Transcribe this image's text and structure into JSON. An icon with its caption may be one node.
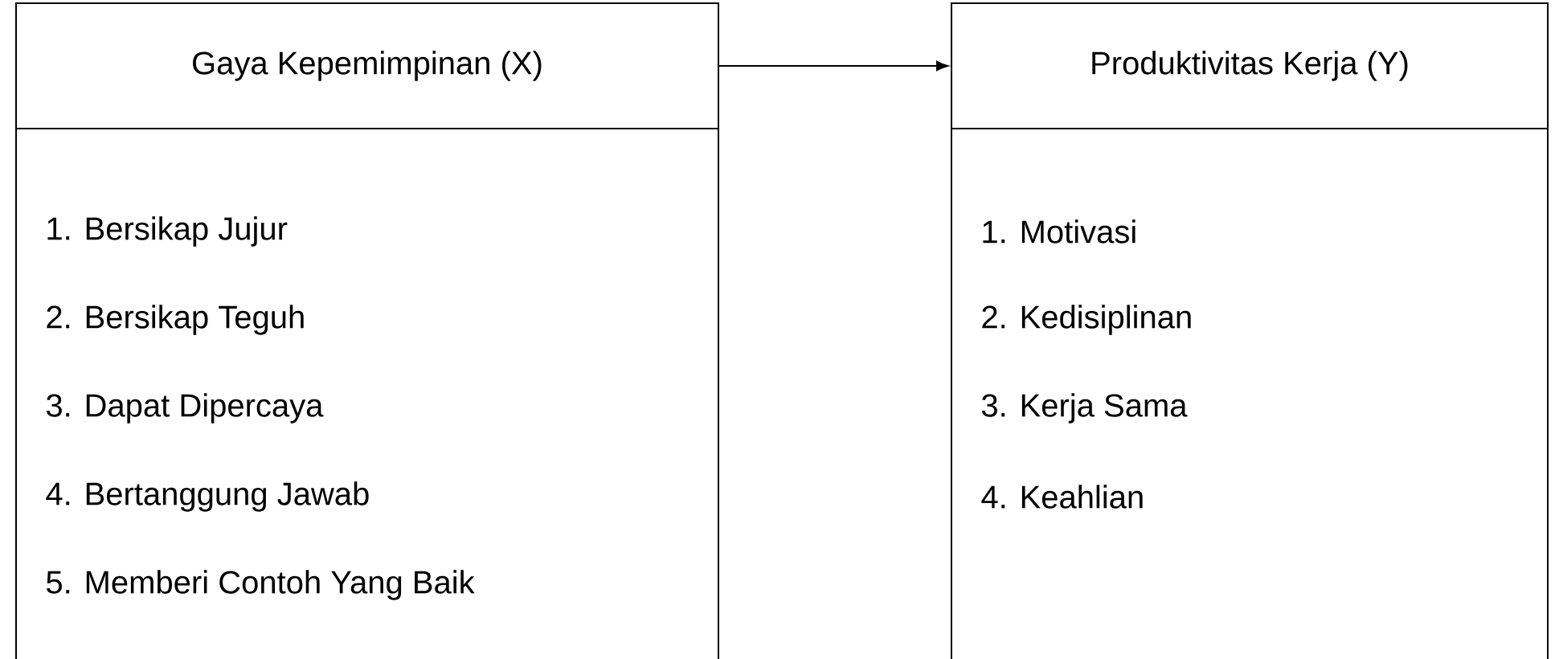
{
  "diagram": {
    "nodes": [
      {
        "text": [
          "Gaya Kepemimpinan (X)"
        ]
      },
      {
        "text": [
          "1. Bersikap Jujur",
          "2. Bersikap Teguh",
          "3. Dapat Dipercaya",
          "4. Bertanggung Jawab",
          "5. Memberi Contoh Yang Baik"
        ]
      },
      {
        "text": [
          "Produktivitas Kerja (Y)"
        ]
      },
      {
        "text": [
          "1. Motivasi",
          "2. Kedisiplinan",
          "3. Kerja Sama",
          "4. Keahlian"
        ]
      }
    ],
    "edges": [
      {
        "from": 0,
        "to": 2,
        "arrow": "to"
      }
    ]
  }
}
